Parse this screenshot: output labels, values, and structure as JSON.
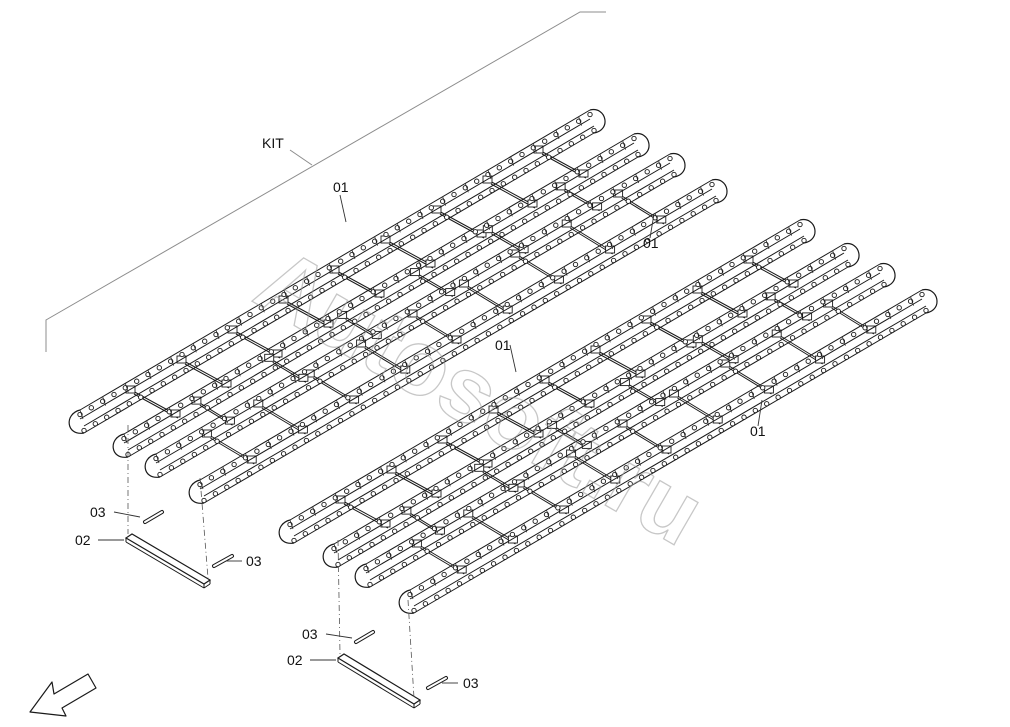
{
  "diagram": {
    "kit_label": "KIT",
    "watermark": "Autosoft.ru",
    "callouts": [
      {
        "id": "c-01-a",
        "text": "01"
      },
      {
        "id": "c-01-b",
        "text": "01"
      },
      {
        "id": "c-01-c",
        "text": "01"
      },
      {
        "id": "c-01-d",
        "text": "01"
      },
      {
        "id": "c-02-a",
        "text": "02"
      },
      {
        "id": "c-02-b",
        "text": "02"
      },
      {
        "id": "c-03-a",
        "text": "03"
      },
      {
        "id": "c-03-b",
        "text": "03"
      },
      {
        "id": "c-03-c",
        "text": "03"
      },
      {
        "id": "c-03-d",
        "text": "03"
      }
    ],
    "icons": {
      "direction": "arrow-down-left-icon"
    },
    "colors": {
      "line": "#1a1a1a",
      "bracket": "#8c8c8c",
      "watermark": "#9a9a9a"
    }
  }
}
